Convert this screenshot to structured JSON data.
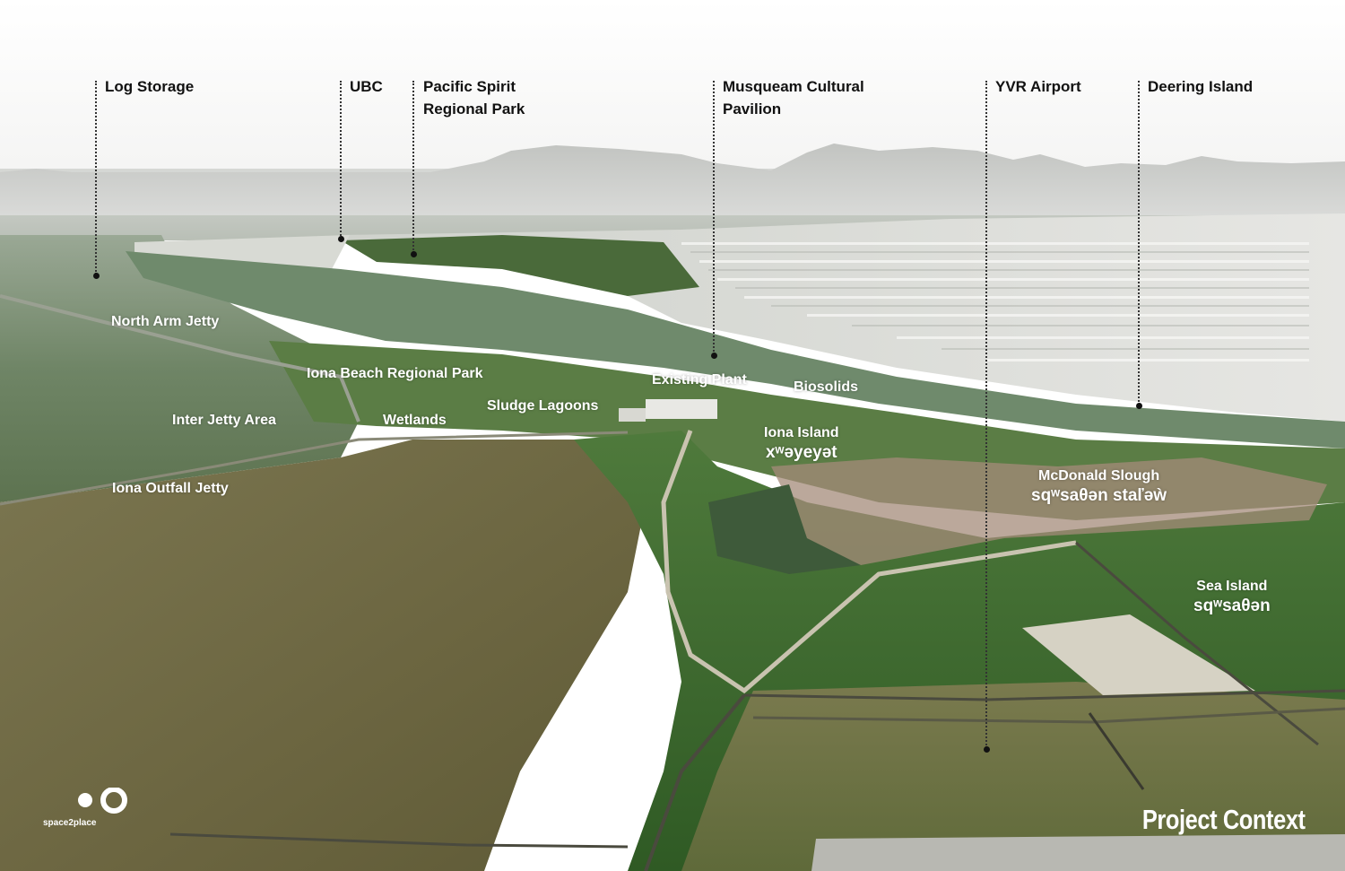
{
  "callouts": {
    "log_storage": "Log Storage",
    "ubc": "UBC",
    "pacific_spirit_1": "Pacific Spirit",
    "pacific_spirit_2": "Regional Park",
    "musqueam_1": "Musqueam Cultural",
    "musqueam_2": "Pavilion",
    "yvr": "YVR Airport",
    "deering": "Deering Island"
  },
  "places": {
    "north_arm_jetty": "North Arm Jetty",
    "iona_beach": "Iona Beach Regional Park",
    "existing_plant": "Existing Plant",
    "biosolids": "Biosolids",
    "inter_jetty": "Inter Jetty Area",
    "wetlands": "Wetlands",
    "sludge_lagoons": "Sludge Lagoons",
    "iona_island": "Iona Island",
    "iona_island_native": "xʷəyeyət",
    "iona_outfall": "Iona Outfall Jetty",
    "mcdonald_slough": "McDonald Slough",
    "mcdonald_slough_native": "sqʷsaθən staľəẁ",
    "sea_island": "Sea Island",
    "sea_island_native": "sqʷsaθən"
  },
  "brand": {
    "name": "space2place"
  },
  "title": "Project Context",
  "colors": {
    "sky": "#ffffff",
    "mountains": "#c7c9c6",
    "water": "#7a8d73",
    "mudflat": "#6f6a47",
    "vegetation": "#3f6b2e",
    "city": "#dcdcd8",
    "label_text": "#ffffff",
    "callout_text": "#111111"
  }
}
